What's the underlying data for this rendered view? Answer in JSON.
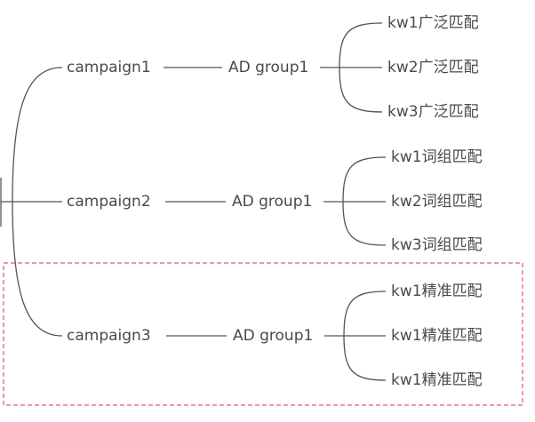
{
  "mindmap": {
    "campaigns": [
      {
        "label": "campaign1",
        "ad_group": "AD group1",
        "keywords": [
          "kw1广泛匹配",
          "kw2广泛匹配",
          "kw3广泛匹配"
        ]
      },
      {
        "label": "campaign2",
        "ad_group": "AD group1",
        "keywords": [
          "kw1词组匹配",
          "kw2词组匹配",
          "kw3词组匹配"
        ]
      },
      {
        "label": "campaign3",
        "ad_group": "AD group1",
        "keywords": [
          "kw1精准匹配",
          "kw1精准匹配",
          "kw1精准匹配"
        ]
      }
    ],
    "colors": {
      "text": "#4a4a4a",
      "line": "#555555",
      "highlight": "#d9363e"
    }
  }
}
